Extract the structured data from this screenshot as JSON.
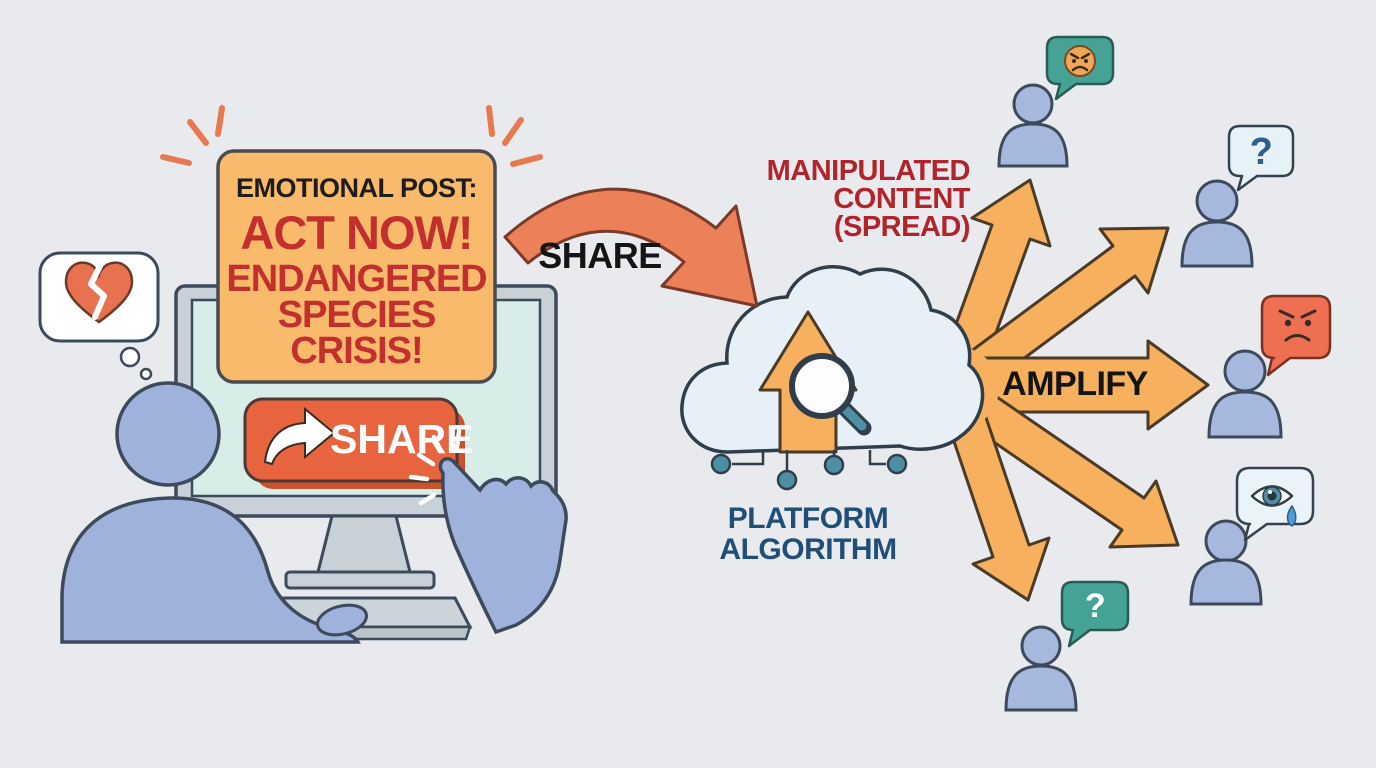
{
  "diagram_title": "emotional-content-sharing-flow",
  "post_card": {
    "label": "EMOTIONAL POST:",
    "headline": "ACT NOW!",
    "line1": "ENDANGERED",
    "line2": "SPECIES",
    "line3": "CRISIS!",
    "background": "#f9ba6b"
  },
  "share_button": {
    "label": "SHARE",
    "icon": "share-arrow-icon",
    "background": "#e8643f"
  },
  "share_flow_label": "SHARE",
  "spread_label": {
    "line1": "MANIPULATED",
    "line2": "CONTENT",
    "line3": "(SPREAD)",
    "color": "#b2242c"
  },
  "algorithm": {
    "line1": "PLATFORM",
    "line2": "ALGORITHM",
    "icon": "cloud-upload-search-icon",
    "color": "#1f4e79"
  },
  "amplify_label": "AMPLIFY",
  "thought_bubble": {
    "icon": "broken-heart-icon"
  },
  "user_at_computer": {
    "icon": "person-at-desk",
    "click_icon": "pointing-hand-cursor-icon"
  },
  "recipients": [
    {
      "bubble_icon": "angry-emoji-icon",
      "bubble_color": "#45a396"
    },
    {
      "bubble_text": "?",
      "bubble_color": "#e6f1f8"
    },
    {
      "bubble_icon": "angry-face-icon",
      "bubble_color": "#ee7050"
    },
    {
      "bubble_icon": "crying-eye-icon",
      "bubble_color": "#e9f3f9"
    },
    {
      "bubble_text": "?",
      "bubble_color": "#45a396"
    }
  ],
  "colors": {
    "background": "#e8eaed",
    "outline": "#3c4a5c",
    "orange_arrow": "#f6b05e",
    "salmon_arrow": "#ec8059",
    "person_blue": "#a6b8de",
    "screen_teal": "#d8ece8",
    "teal_dot": "#4e8fa3"
  }
}
